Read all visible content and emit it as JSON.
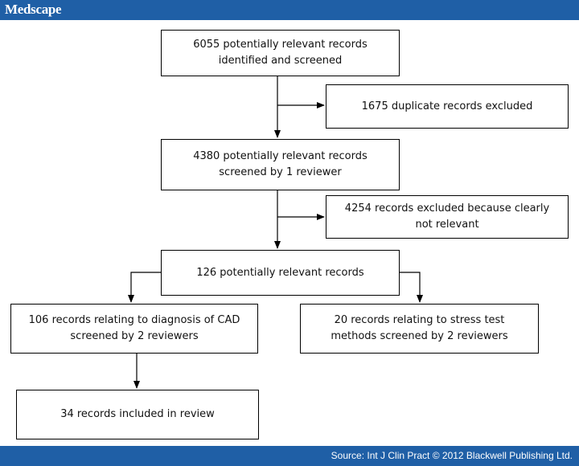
{
  "header": {
    "brand": "Medscape"
  },
  "footer": {
    "source": "Source: Int J Clin Pract © 2012 Blackwell Publishing Ltd."
  },
  "flow": {
    "box_screened": {
      "line1": "6055 potentially relevant records",
      "line2": "identified and screened"
    },
    "box_duplicates": {
      "line1": "1675 duplicate records excluded"
    },
    "box_reviewer": {
      "line1": "4380 potentially relevant records",
      "line2": "screened by 1 reviewer"
    },
    "box_not_relevant": {
      "line1": "4254 records excluded because clearly",
      "line2": "not relevant"
    },
    "box_relevant": {
      "line1": "126 potentially relevant records"
    },
    "box_diagnosis": {
      "line1": "106 records relating to diagnosis of CAD",
      "line2": "screened by 2 reviewers"
    },
    "box_stress": {
      "line1": "20 records relating to stress test",
      "line2": "methods screened by 2 reviewers"
    },
    "box_included": {
      "line1": "34 records included in review"
    }
  },
  "colors": {
    "bar": "#1f5fa6",
    "line": "#000000"
  }
}
